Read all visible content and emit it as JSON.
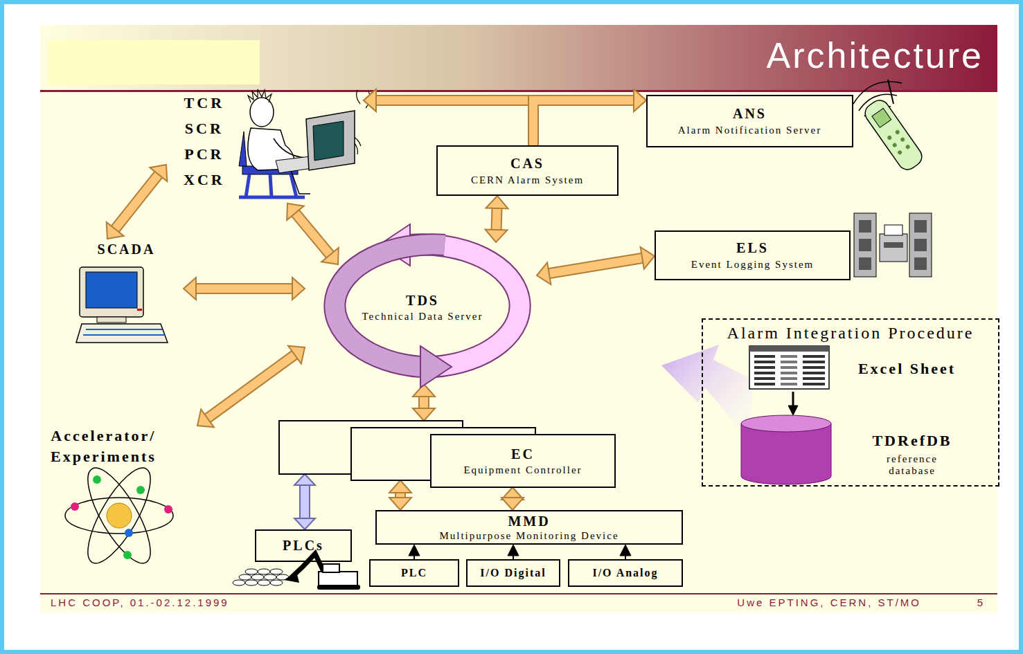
{
  "diagram": {
    "title": "Architecture",
    "nodes": [
      {
        "text": [
          "TCR SCR PCR XCR"
        ]
      },
      {
        "text": [
          "ANS",
          "Alarm Notification Server"
        ]
      },
      {
        "text": [
          "CAS",
          "CERN Alarm System"
        ]
      },
      {
        "text": [
          "SCADA"
        ]
      },
      {
        "text": [
          "TDS",
          "Technical Data Server"
        ]
      },
      {
        "text": [
          "ELS",
          "Event Logging System"
        ]
      },
      {
        "text": [
          "Alarm Integration Procedure"
        ]
      },
      {
        "text": [
          "Excel Sheet"
        ],
        "in": 6
      },
      {
        "text": [
          "TDRefDB",
          "reference database"
        ],
        "in": 6
      },
      {
        "text": [
          "Accelerator/ Experiments"
        ]
      },
      {
        "text": [
          "EC",
          "Equipment Controller"
        ]
      },
      {
        "text": [
          "PLCs"
        ]
      },
      {
        "text": [
          "MMD",
          "Multipurpose Monitoring Device"
        ]
      },
      {
        "text": [
          "PLC"
        ]
      },
      {
        "text": [
          "I/O Digital"
        ]
      },
      {
        "text": [
          "I/O Analog"
        ]
      }
    ],
    "edges": [
      {
        "from": 0,
        "to": 1,
        "arrow": "both"
      },
      {
        "from": 2,
        "to": 0,
        "arrow": "to"
      },
      {
        "from": 2,
        "to": 1,
        "arrow": "to"
      },
      {
        "from": 3,
        "to": 0,
        "arrow": "both"
      },
      {
        "from": 3,
        "to": 4,
        "arrow": "both"
      },
      {
        "from": 0,
        "to": 4,
        "arrow": "both"
      },
      {
        "from": 2,
        "to": 4,
        "arrow": "both"
      },
      {
        "from": 5,
        "to": 4,
        "arrow": "both"
      },
      {
        "from": 9,
        "to": 4,
        "arrow": "both"
      },
      {
        "from": 4,
        "to": 10,
        "arrow": "both"
      },
      {
        "from": 11,
        "to": 10,
        "arrow": "both"
      },
      {
        "from": 12,
        "to": 10,
        "arrow": "both"
      },
      {
        "from": 12,
        "to": 10,
        "arrow": "both"
      },
      {
        "from": 13,
        "to": 12,
        "arrow": "to"
      },
      {
        "from": 14,
        "to": 12,
        "arrow": "to"
      },
      {
        "from": 15,
        "to": 12,
        "arrow": "to"
      },
      {
        "from": 7,
        "to": 8,
        "arrow": "to"
      }
    ],
    "labels": [
      "LHC COOP, 01.-02.12.1999",
      "Uwe EPTING, CERN, ST/MO",
      "5"
    ]
  }
}
